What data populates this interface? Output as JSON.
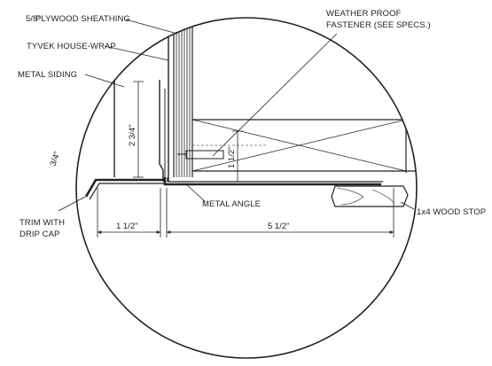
{
  "labels": {
    "plywood_sheathing": "PLYWOOD SHEATHING",
    "plywood_fraction": "5/8\"",
    "tyvek": "TYVEK HOUSE-WRAP",
    "metal_siding": "METAL SIDING",
    "weather_proof_line1": "WEATHER PROOF",
    "weather_proof_line2": "FASTENER (SEE SPECS.)",
    "metal_angle": "METAL ANGLE",
    "wood_stop": "1x4 WOOD STOP",
    "trim_line1": "TRIM WITH",
    "trim_line2": "DRIP CAP"
  },
  "dimensions": {
    "siding_height": "2 3/4\"",
    "drip_offset": "3/4\"",
    "angle_leg": "1 1/2\"",
    "trim_width": "1 1/2\"",
    "angle_width": "5 1/2\""
  },
  "colors": {
    "ink": "#222222",
    "background": "#ffffff"
  }
}
